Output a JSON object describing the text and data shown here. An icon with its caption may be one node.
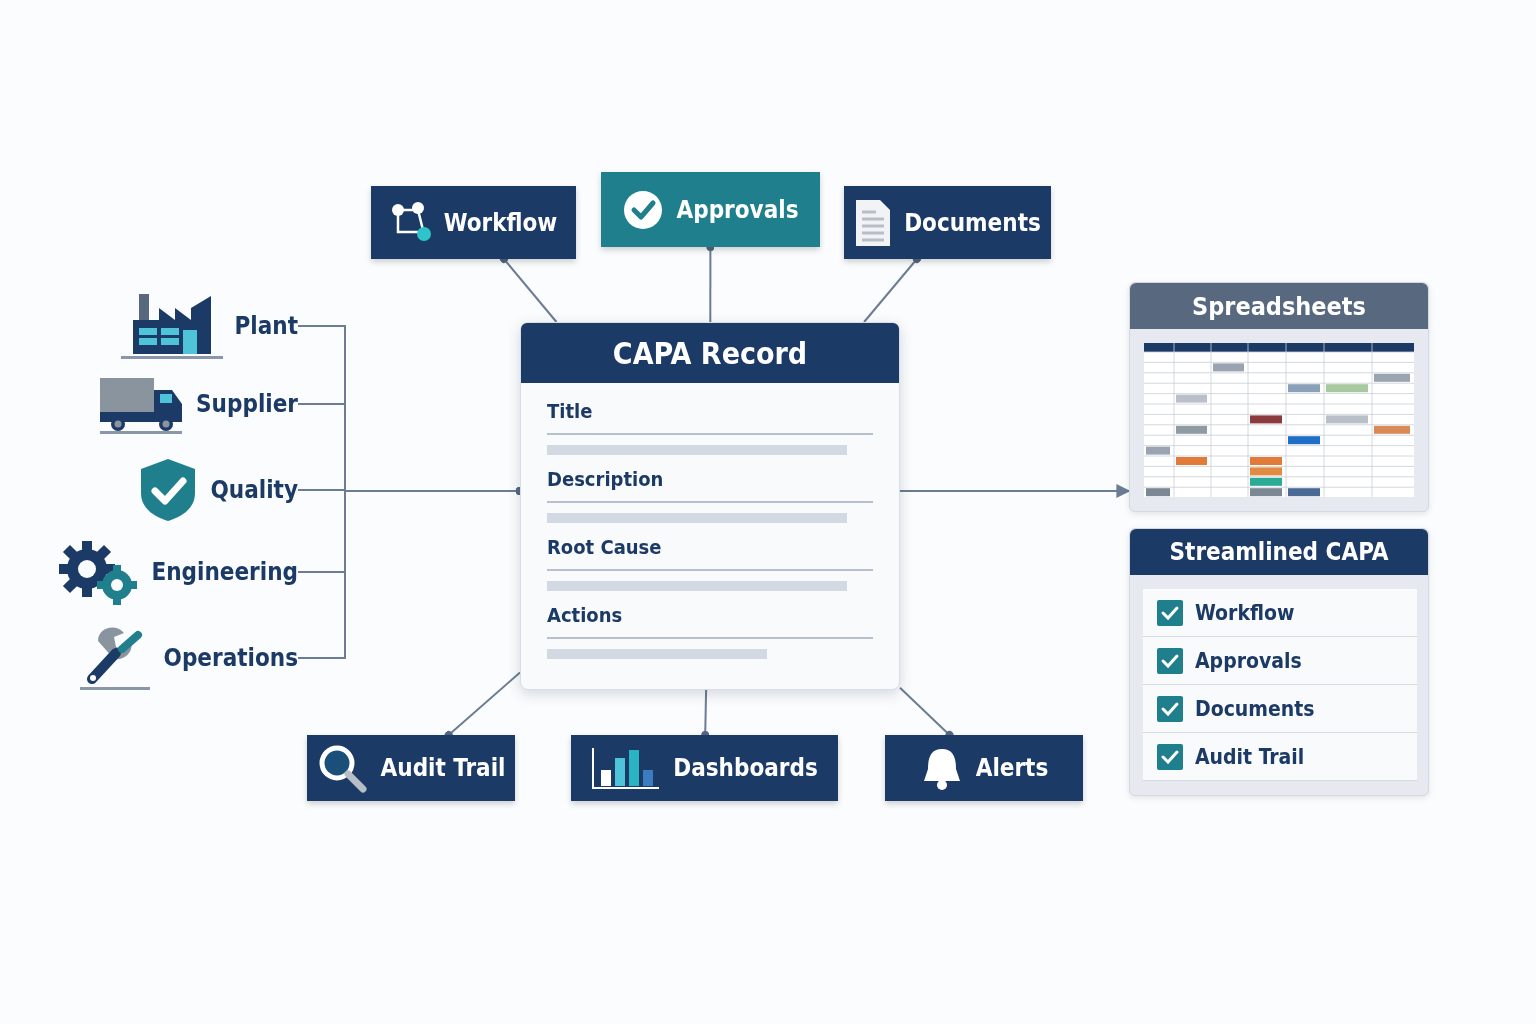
{
  "diagram": {
    "nodes": [
      {
        "text": [
          "Plant"
        ]
      },
      {
        "text": [
          "Supplier"
        ]
      },
      {
        "text": [
          "Quality"
        ]
      },
      {
        "text": [
          "Engineering"
        ]
      },
      {
        "text": [
          "Operations"
        ]
      },
      {
        "text": [
          "Workflow"
        ]
      },
      {
        "text": [
          "Approvals"
        ]
      },
      {
        "text": [
          "Documents"
        ]
      },
      {
        "text": [
          "CAPA Record",
          "Title",
          "Description",
          "Root Cause",
          "Actions"
        ]
      },
      {
        "text": [
          "Audit Trail"
        ]
      },
      {
        "text": [
          "Dashboards"
        ]
      },
      {
        "text": [
          "Alerts"
        ]
      },
      {
        "text": [
          "Spreadsheets"
        ]
      },
      {
        "text": [
          "Streamlined CAPA"
        ]
      },
      {
        "text": [
          "Workflow"
        ],
        "in": 13
      },
      {
        "text": [
          "Approvals"
        ],
        "in": 13
      },
      {
        "text": [
          "Documents"
        ],
        "in": 13
      },
      {
        "text": [
          "Audit Trail"
        ],
        "in": 13
      }
    ],
    "edges": [
      {
        "from": 0,
        "to": 8,
        "arrow": "other"
      },
      {
        "from": 1,
        "to": 8,
        "arrow": "other"
      },
      {
        "from": 2,
        "to": 8,
        "arrow": "other"
      },
      {
        "from": 3,
        "to": 8,
        "arrow": "other"
      },
      {
        "from": 4,
        "to": 8,
        "arrow": "other"
      },
      {
        "from": 8,
        "to": 5,
        "arrow": "other"
      },
      {
        "from": 8,
        "to": 6,
        "arrow": "other"
      },
      {
        "from": 8,
        "to": 7,
        "arrow": "other"
      },
      {
        "from": 8,
        "to": 9,
        "arrow": "other"
      },
      {
        "from": 8,
        "to": 10,
        "arrow": "other"
      },
      {
        "from": 8,
        "to": 11,
        "arrow": "other"
      },
      {
        "from": 8,
        "to": 12,
        "arrow": "to"
      }
    ]
  }
}
